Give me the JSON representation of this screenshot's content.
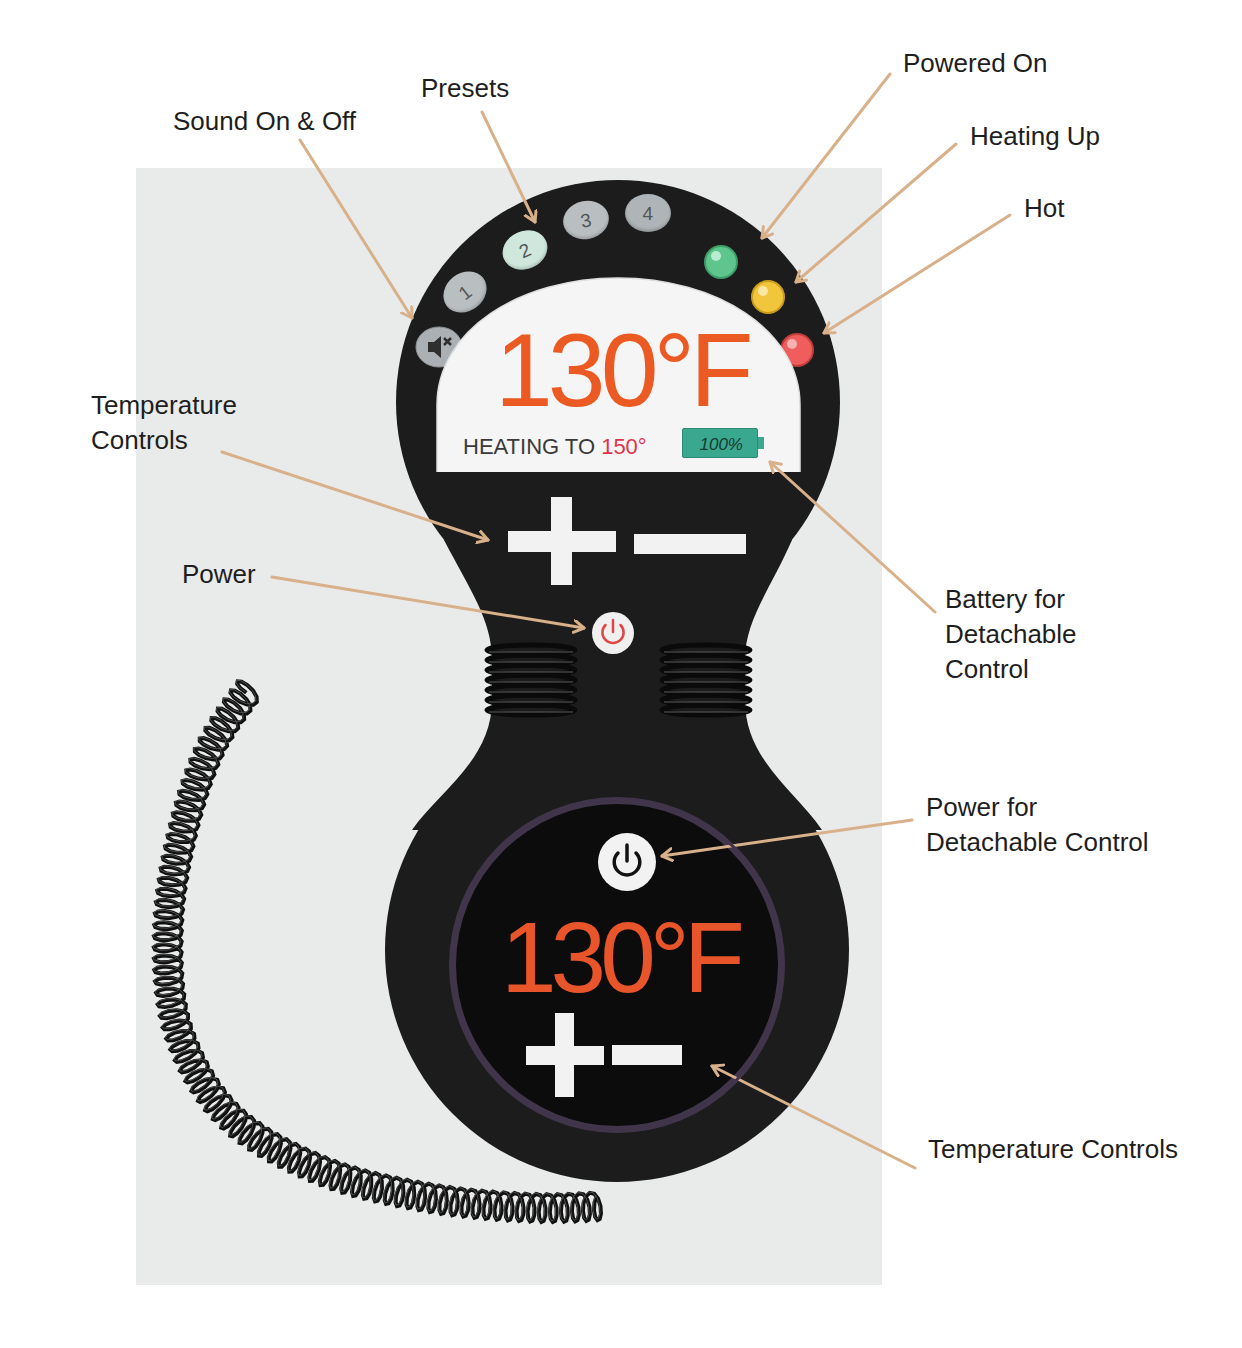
{
  "diagram": {
    "nodes": [
      {
        "text": [
          "1"
        ]
      },
      {
        "text": [
          "2"
        ]
      },
      {
        "text": [
          "3"
        ]
      },
      {
        "text": [
          "4"
        ]
      },
      {
        "text": [
          "130°F",
          "HEATING TO 150°"
        ]
      },
      {
        "text": [
          "100%"
        ],
        "in": 4
      },
      {
        "text": [
          "130°F"
        ]
      }
    ],
    "labels": [
      "Sound On & Off",
      "Presets",
      "Powered On",
      "Heating Up",
      "Hot",
      "Temperature Controls",
      "Power",
      "Battery for Detachable Control",
      "Power for Detachable Control",
      "Temperature Controls"
    ]
  }
}
